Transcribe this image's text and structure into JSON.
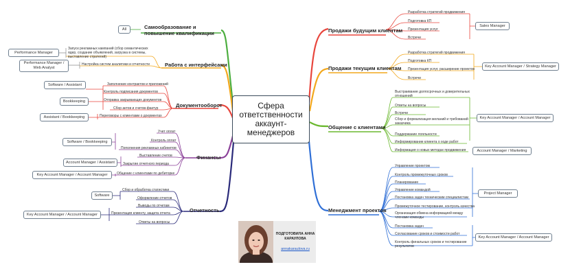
{
  "center_title": "Сфера ответственности аккаунт-менеджеров",
  "badge": {
    "caption": "ПОДГОТОВИЛА АННА КАРАУЛОВА",
    "link": "annakaraulova.ru"
  },
  "colors": {
    "future_clients": "#e8453c",
    "current_clients": "#f2a71b",
    "communication": "#6ab82e",
    "project_mgmt": "#2f6fd6",
    "self_education": "#4cae3f",
    "interfaces": "#f2a71b",
    "documents": "#e8453c",
    "finance": "#8a3f98",
    "reporting": "#2a2a7a"
  },
  "branches": {
    "future_clients": {
      "title": "Продажи будущим клиентам",
      "items": [
        "Разработка стратегий продвижения",
        "Подготовка КП",
        "Презентация услуг",
        "Встречи"
      ],
      "roles": [
        "Sales Manager"
      ]
    },
    "current_clients": {
      "title": "Продажи текущим клиентам",
      "items": [
        "Разработка стратегий продвижения",
        "Подготовка КП",
        "Презентация услуг, расширение проектов",
        "Встречи"
      ],
      "roles": [
        "Key Account Manager / Strategy Manager"
      ]
    },
    "communication": {
      "title": "Общение с клиентами",
      "items": [
        "Выстраивание долгосрочных и доверительных отношений",
        "Ответы на вопросы",
        "Встречи",
        "Сбор и формализация желаний и требований заказчика",
        "Поддержание лояльности",
        "Информирование клиента о ходе работ",
        "Информация о новых методах продвижения"
      ],
      "roles": [
        "Key Account Manager / Account Manager",
        "Account Manager / Marketing"
      ]
    },
    "project_mgmt": {
      "title": "Менеджмент проектов",
      "items": [
        "Управление проектом",
        "Контроль промежуточных сроков",
        "Планирование",
        "Управление командой",
        "Постановка задач техническим специалистам",
        "Промежуточное тестирование, контроль качества",
        "Организация обмена информацией между членами команды",
        "Постановка задач",
        "Согласование сроков и стоимости работ",
        "Контроль финальных сроков и тестирование результатов"
      ],
      "roles": [
        "Project Manager",
        "Key Account Manager / Account Manager"
      ]
    },
    "self_education": {
      "title": "Самообразование и повышение квалификации",
      "roles": [
        "All"
      ]
    },
    "interfaces": {
      "title": "Работа с интерфейсами",
      "items": [
        "Запуск рекламных кампаний (сбор семантических ядер, создание объявлений, загрузка в системы, выставление стратегий)",
        "Настройка систем аналитики и отчетности"
      ],
      "roles": [
        "Performance Manager",
        "Performance Manager / Web Analyst"
      ]
    },
    "documents": {
      "title": "Документооборот",
      "items": [
        "Заполнение контрактов и приложений",
        "Контроль подписания документов",
        "Отправка закрывающих документов",
        "Сбор актов и счетов-фактур",
        "Переговоры с клиентами о документах"
      ],
      "roles": [
        "Software / Assistant",
        "Bookkeeping",
        "Assistant / Bookkeeping"
      ]
    },
    "finance": {
      "title": "Финансы",
      "items": [
        "Учет оплат",
        "Контроль оплат",
        "Пополнения рекламных кабинетов",
        "Выставление счетов",
        "Закрытие отчетного периода",
        "Общение с клиентами по дебиторке"
      ],
      "roles": [
        "Software / Bookkeeping",
        "Account Manager / Assistant",
        "Key Account Manager / Account Manager"
      ]
    },
    "reporting": {
      "title": "Отчетность",
      "items": [
        "Сбор и обработка статистики",
        "Оформление отчетов",
        "Выводы по отчетам",
        "Презентация клиенту, защита отчета",
        "Ответы на вопросы"
      ],
      "roles": [
        "Software",
        "Key Account Manager / Account Manager"
      ]
    }
  }
}
